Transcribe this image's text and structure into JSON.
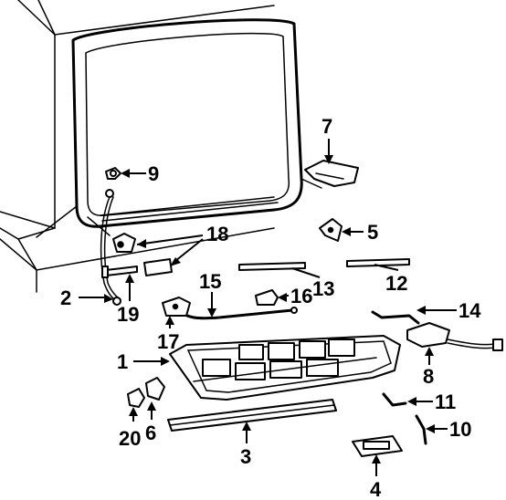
{
  "callouts": [
    {
      "id": "1",
      "label": "1"
    },
    {
      "id": "2",
      "label": "2"
    },
    {
      "id": "3",
      "label": "3"
    },
    {
      "id": "4",
      "label": "4"
    },
    {
      "id": "5",
      "label": "5"
    },
    {
      "id": "6",
      "label": "6"
    },
    {
      "id": "7",
      "label": "7"
    },
    {
      "id": "8",
      "label": "8"
    },
    {
      "id": "9",
      "label": "9"
    },
    {
      "id": "10",
      "label": "10"
    },
    {
      "id": "11",
      "label": "11"
    },
    {
      "id": "12",
      "label": "12"
    },
    {
      "id": "13",
      "label": "13"
    },
    {
      "id": "14",
      "label": "14"
    },
    {
      "id": "15",
      "label": "15"
    },
    {
      "id": "16",
      "label": "16"
    },
    {
      "id": "17",
      "label": "17"
    },
    {
      "id": "18",
      "label": "18"
    },
    {
      "id": "19",
      "label": "19"
    },
    {
      "id": "20",
      "label": "20"
    }
  ]
}
